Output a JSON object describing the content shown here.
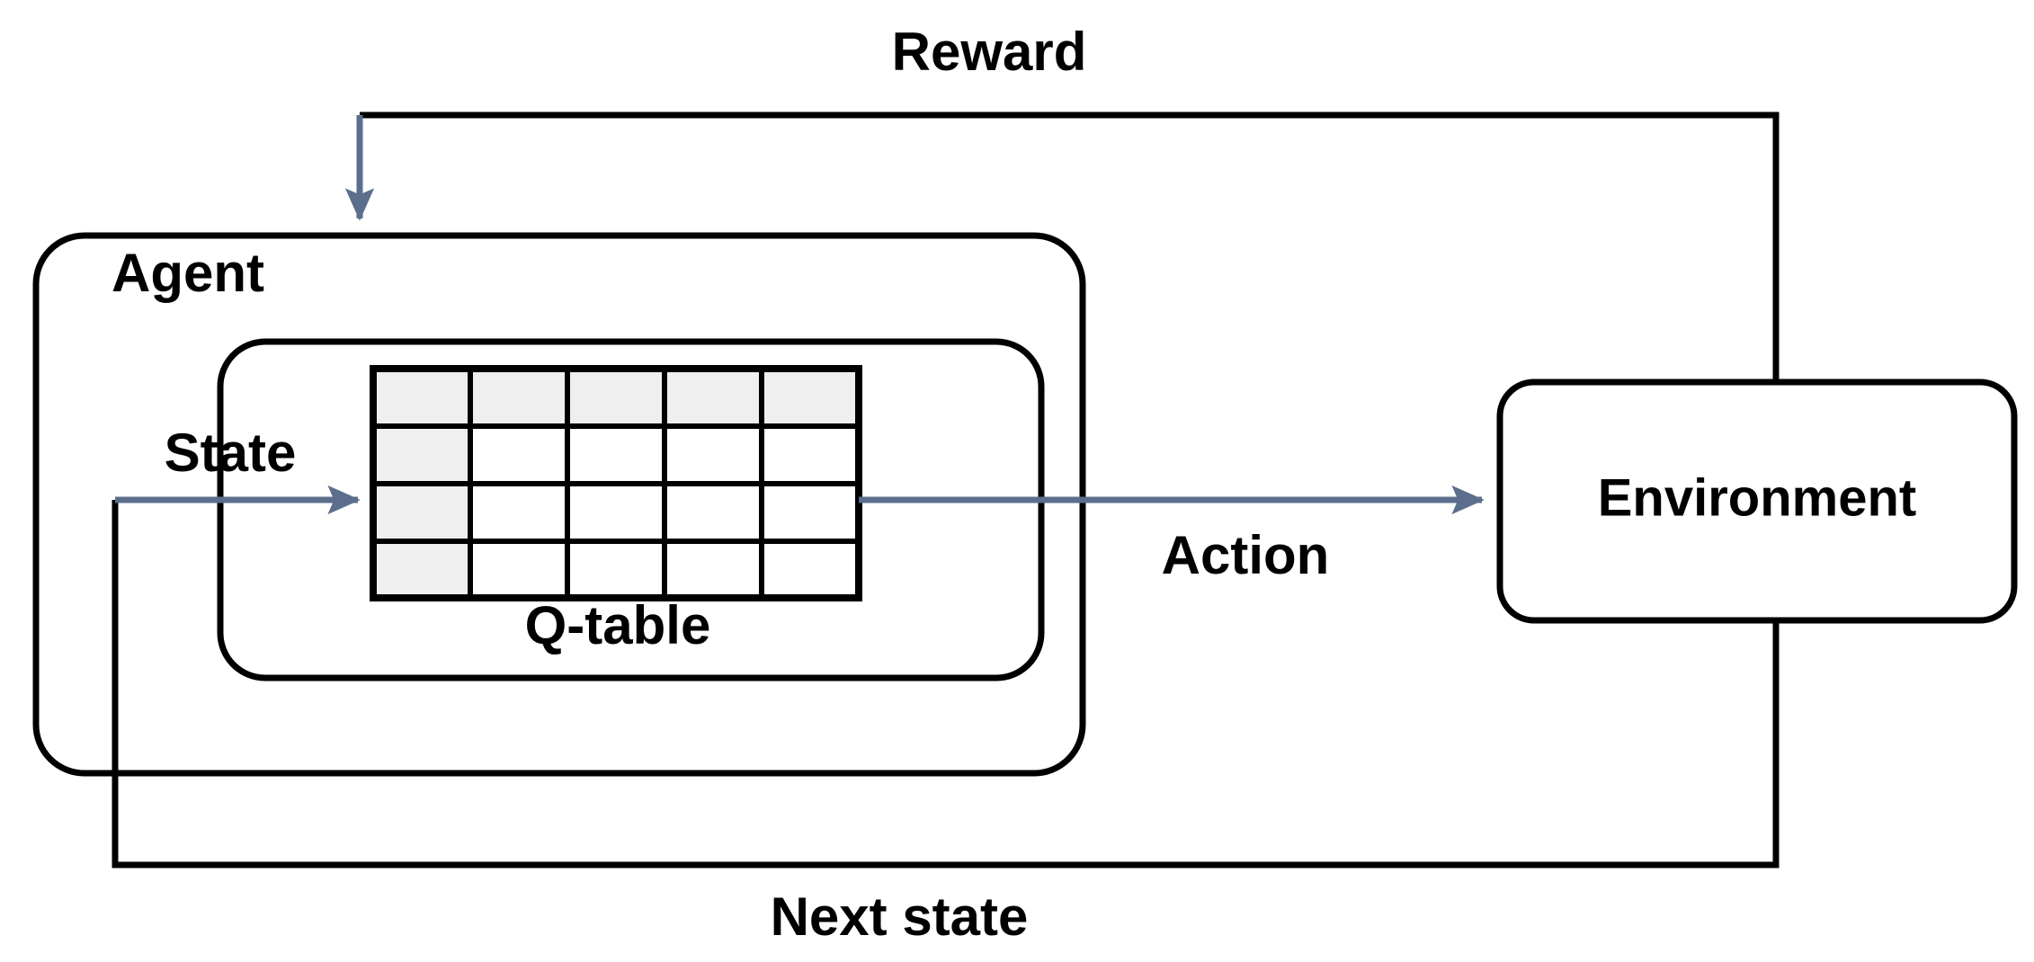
{
  "diagram": {
    "title": "Reinforcement Learning Agent-Environment Loop with Q-table",
    "type": "flow-diagram"
  },
  "nodes": {
    "agent": {
      "label": "Agent"
    },
    "qtable_container": {
      "label": "Q-table"
    },
    "environment": {
      "label": "Environment"
    }
  },
  "edges": {
    "reward": {
      "label": "Reward",
      "from": "environment",
      "to": "agent",
      "style": "black-line-with-blue-arrow"
    },
    "action": {
      "label": "Action",
      "from": "qtable",
      "to": "environment",
      "style": "blue-arrow"
    },
    "state": {
      "label": "State",
      "from": "next-state-loop",
      "to": "qtable",
      "style": "blue-arrow"
    },
    "next_state": {
      "label": "Next state",
      "from": "environment",
      "to": "agent",
      "style": "black-line"
    }
  },
  "qtable": {
    "caption": "Q-table",
    "rows": 4,
    "columns": 5,
    "header_row_shaded": true,
    "first_column_shaded": true,
    "cells": [
      [
        "",
        "",
        "",
        "",
        ""
      ],
      [
        "",
        "",
        "",
        "",
        ""
      ],
      [
        "",
        "",
        "",
        "",
        ""
      ],
      [
        "",
        "",
        "",
        "",
        ""
      ]
    ]
  },
  "colors": {
    "outline": "#000000",
    "arrow": "#5b6e8c",
    "cell_shade": "#efefef",
    "background": "#ffffff"
  }
}
